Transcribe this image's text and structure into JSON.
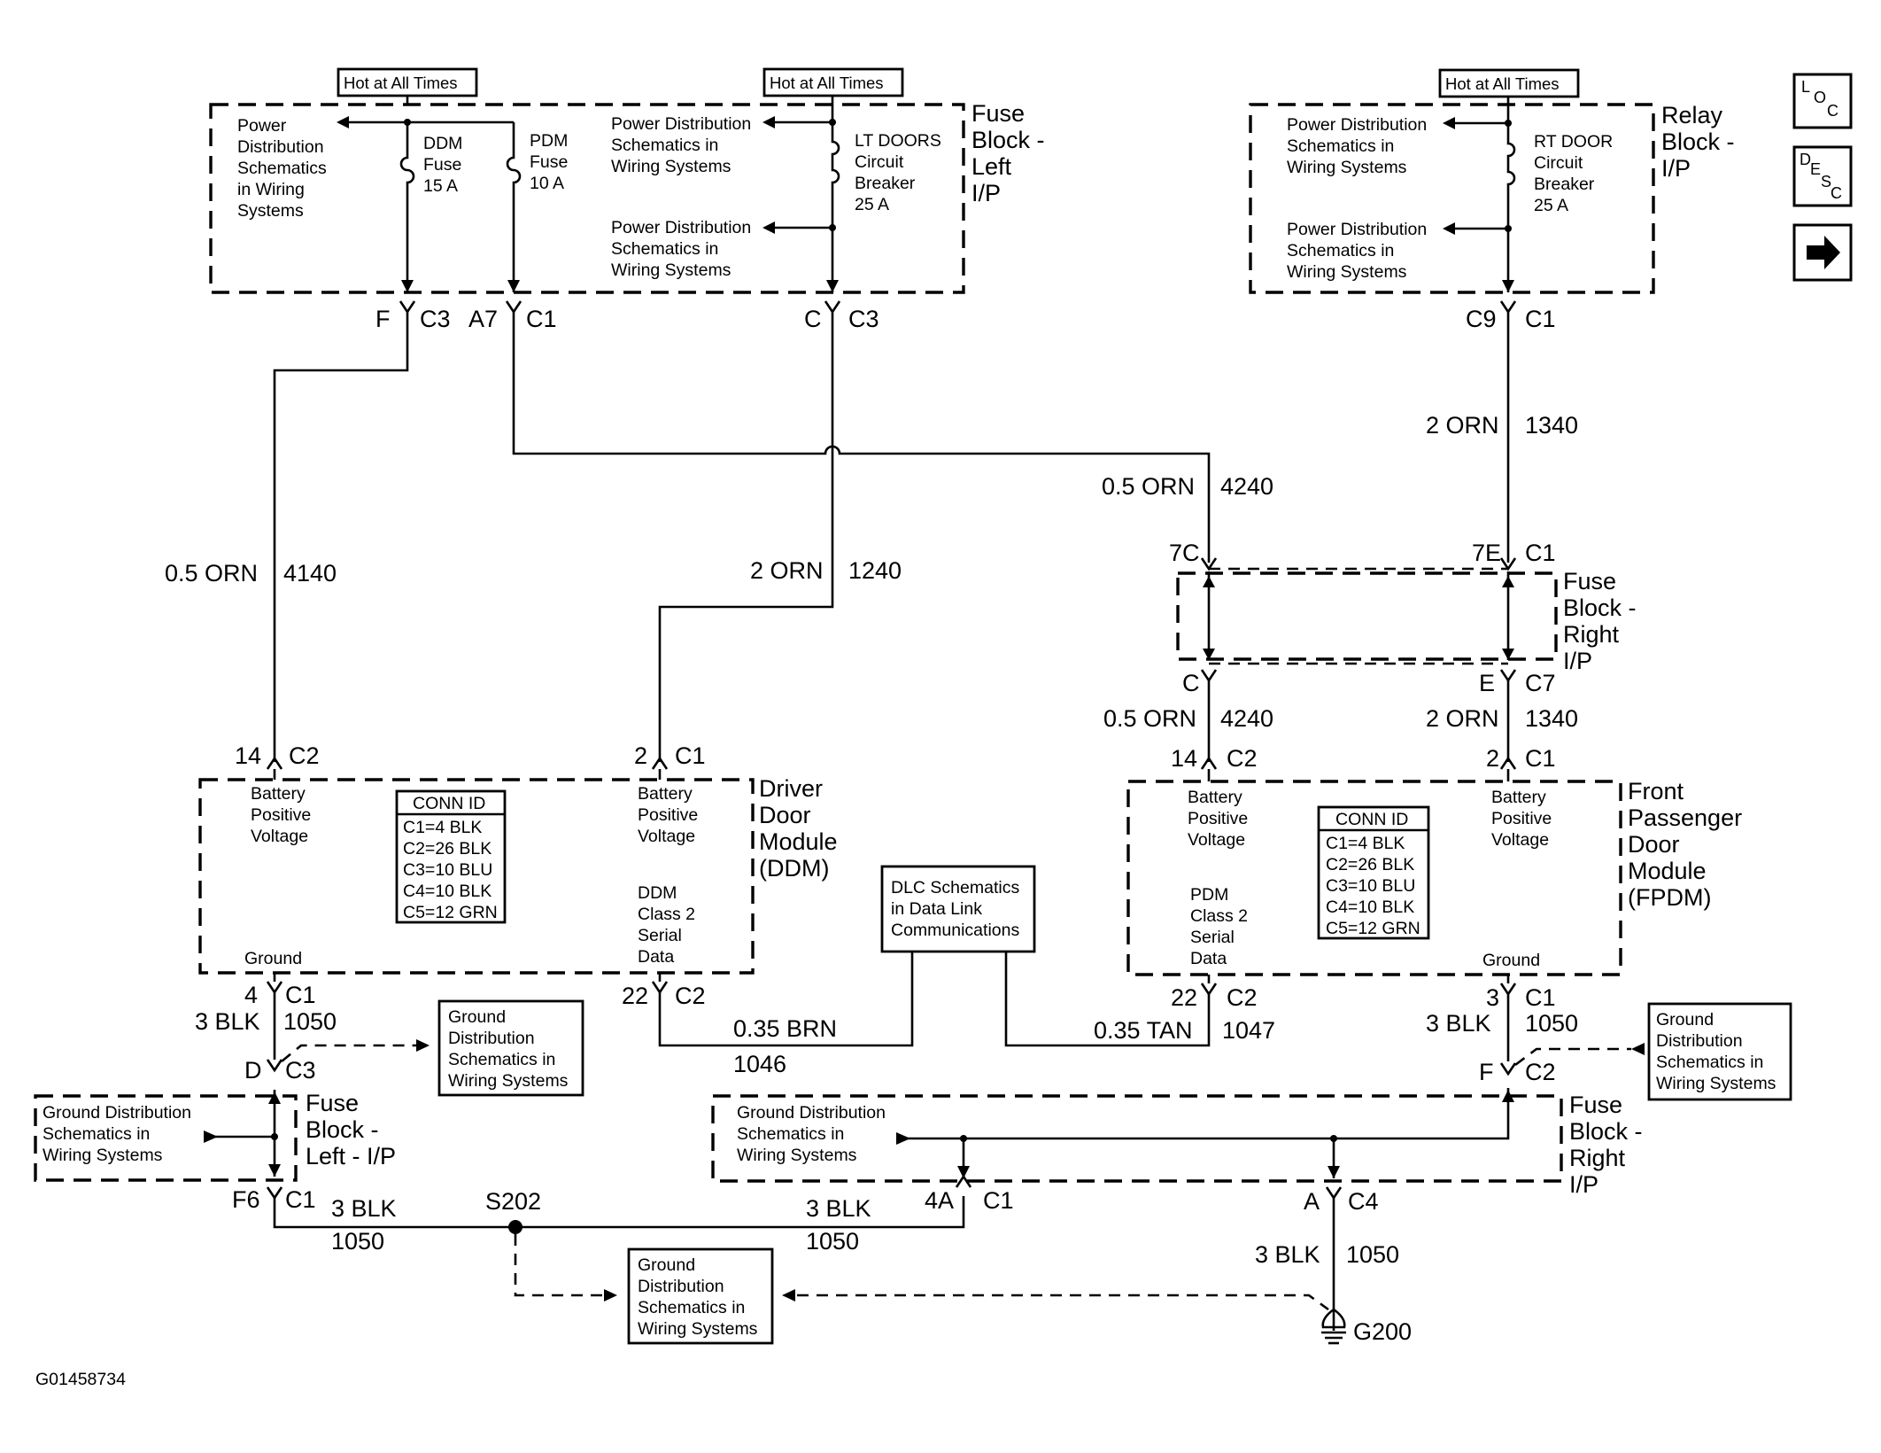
{
  "hot_labels": [
    "Hot at All Times",
    "Hot at All Times",
    "Hot at All Times"
  ],
  "block_names": {
    "fuse_block_left_top": [
      "Fuse",
      "Block -",
      "Left",
      "I/P"
    ],
    "relay_block": [
      "Relay",
      "Block -",
      "I/P"
    ],
    "fuse_block_right_mid": [
      "Fuse",
      "Block -",
      "Right",
      "I/P"
    ],
    "ddm": [
      "Driver",
      "Door",
      "Module",
      "(DDM)"
    ],
    "fpdm": [
      "Front",
      "Passenger",
      "Door",
      "Module",
      "(FPDM)"
    ],
    "fuse_block_left_bottom": [
      "Fuse",
      "Block -",
      "Left - I/P"
    ],
    "fuse_block_right_bottom": [
      "Fuse",
      "Block -",
      "Right",
      "I/P"
    ]
  },
  "inner": {
    "pd_left": [
      "Power",
      "Distribution",
      "Schematics",
      "in Wiring",
      "Systems"
    ],
    "ddm_fuse": [
      "DDM",
      "Fuse",
      "15 A"
    ],
    "pdm_fuse": [
      "PDM",
      "Fuse",
      "10 A"
    ],
    "pd_mid1": [
      "Power Distribution",
      "Schematics in",
      "Wiring Systems"
    ],
    "pd_mid2": [
      "Power Distribution",
      "Schematics in",
      "Wiring Systems"
    ],
    "lt_doors": [
      "LT DOORS",
      "Circuit",
      "Breaker",
      "25 A"
    ],
    "pd_right1": [
      "Power Distribution",
      "Schematics in",
      "Wiring Systems"
    ],
    "pd_right2": [
      "Power Distribution",
      "Schematics in",
      "Wiring Systems"
    ],
    "rt_door": [
      "RT DOOR",
      "Circuit",
      "Breaker",
      "25 A"
    ],
    "ddm_batt1": [
      "Battery",
      "Positive",
      "Voltage"
    ],
    "ddm_batt2": [
      "Battery",
      "Positive",
      "Voltage"
    ],
    "ddm_serial": [
      "DDM",
      "Class 2",
      "Serial",
      "Data"
    ],
    "ddm_ground": "Ground",
    "fpdm_batt1": [
      "Battery",
      "Positive",
      "Voltage"
    ],
    "fpdm_batt2": [
      "Battery",
      "Positive",
      "Voltage"
    ],
    "fpdm_serial": [
      "PDM",
      "Class 2",
      "Serial",
      "Data"
    ],
    "fpdm_ground": "Ground",
    "conn_ddm": [
      "CONN ID",
      "C1=4 BLK",
      "C2=26 BLK",
      "C3=10 BLU",
      "C4=10 BLK",
      "C5=12 GRN"
    ],
    "conn_fpdm": [
      "CONN ID",
      "C1=4 BLK",
      "C2=26 BLK",
      "C3=10 BLU",
      "C4=10 BLK",
      "C5=12 GRN"
    ]
  },
  "ref_boxes": {
    "dlc": [
      "DLC Schematics",
      "in Data Link",
      "Communications"
    ],
    "ground_mid_left": [
      "Ground",
      "Distribution",
      "Schematics in",
      "Wiring Systems"
    ],
    "ground_left": [
      "Ground Distribution",
      "Schematics in",
      "Wiring Systems"
    ],
    "ground_right_outer": [
      "Ground",
      "Distribution",
      "Schematics in",
      "Wiring Systems"
    ],
    "ground_right_inner": [
      "Ground Distribution",
      "Schematics in",
      "Wiring Systems"
    ],
    "ground_bottom": [
      "Ground",
      "Distribution",
      "Schematics in",
      "Wiring Systems"
    ]
  },
  "connectors": {
    "f": "F",
    "c3a": "C3",
    "a7": "A7",
    "c1a": "C1",
    "c": "C",
    "c3b": "C3",
    "c9": "C9",
    "c1b": "C1",
    "7c": "7C",
    "7e": "7E",
    "c1c": "C1",
    "cfb": "C",
    "efb": "E",
    "c7": "C7",
    "14a": "14",
    "c2a": "C2",
    "2a": "2",
    "c1d": "C1",
    "14b": "14",
    "c2b": "C2",
    "2b": "2",
    "c1e": "C1",
    "4": "4",
    "c1f": "C1",
    "22a": "22",
    "c2c": "C2",
    "22b": "22",
    "c2d": "C2",
    "3": "3",
    "c1g": "C1",
    "d": "D",
    "c3c": "C3",
    "f2": "F",
    "c2e": "C2",
    "f6": "F6",
    "c1h": "C1",
    "4a": "4A",
    "c1i": "C1",
    "a": "A",
    "c4": "C4"
  },
  "wires": {
    "w4140": [
      "0.5 ORN",
      "4140"
    ],
    "w1240": [
      "2 ORN",
      "1240"
    ],
    "w4240a": [
      "0.5 ORN",
      "4240"
    ],
    "w1340a": [
      "2 ORN",
      "1340"
    ],
    "w4240b": [
      "0.5 ORN",
      "4240"
    ],
    "w1340b": [
      "2 ORN",
      "1340"
    ],
    "w1050a": [
      "3 BLK",
      "1050"
    ],
    "w1050b": [
      "3 BLK",
      "1050"
    ],
    "w1046": [
      "0.35 BRN",
      "1046"
    ],
    "w1047": [
      "0.35 TAN",
      "1047"
    ],
    "w1050c": [
      "3 BLK",
      "1050"
    ],
    "w1050d": [
      "3 BLK",
      "1050"
    ],
    "w1050e": [
      "3 BLK",
      "1050"
    ]
  },
  "splice": "S202",
  "ground_point": "G200",
  "figure_id": "G01458734",
  "nav": {
    "loc": [
      "L",
      "O",
      "C"
    ],
    "desc": [
      "D",
      "E",
      "S",
      "C"
    ],
    "next": "next-arrow-icon"
  }
}
